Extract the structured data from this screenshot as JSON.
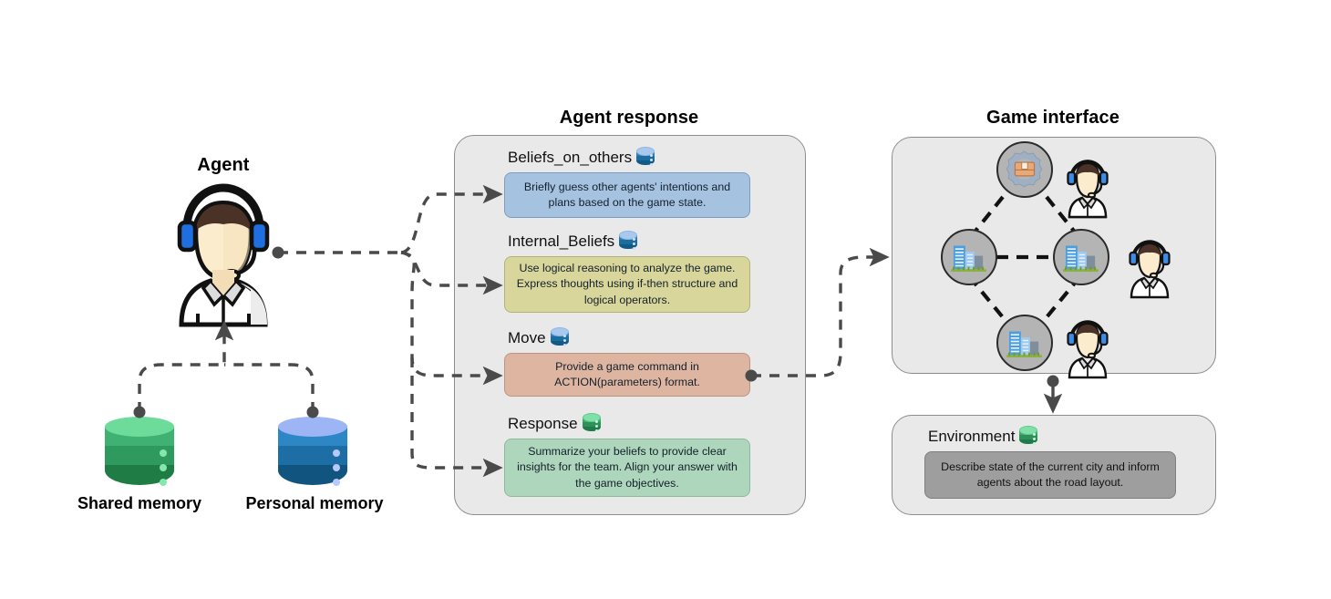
{
  "titles": {
    "agent": "Agent",
    "agent_response": "Agent response",
    "game_interface": "Game interface"
  },
  "memory": {
    "shared": {
      "label": "Shared memory",
      "icon": "database-cylinder-icon",
      "color": "#2f9a5d"
    },
    "personal": {
      "label": "Personal memory",
      "icon": "database-cylinder-icon",
      "color": "#1d6ea4"
    }
  },
  "agent": {
    "icon": "headset-agent-avatar-icon"
  },
  "agent_response": {
    "slots": [
      {
        "name": "Beliefs_on_others",
        "icon": "database-icon",
        "icon_color": "#2b7fb5",
        "box_color": "#a5c2e0",
        "text": "Briefly guess other agents' intentions and plans based on the game state."
      },
      {
        "name": "Internal_Beliefs",
        "icon": "database-icon",
        "icon_color": "#2b7fb5",
        "box_color": "#d9d69b",
        "text": "Use logical reasoning to analyze the game. Express thoughts using if-then structure and logical operators."
      },
      {
        "name": "Move",
        "icon": "database-icon",
        "icon_color": "#2b7fb5",
        "box_color": "#ddb5a1",
        "text": "Provide a game command in ACTION(parameters) format."
      },
      {
        "name": "Response",
        "icon": "database-icon",
        "icon_color": "#2d9159",
        "box_color": "#aed6bc",
        "text": "Summarize your beliefs to provide clear insights for the team. Align your answer with the game objectives."
      }
    ]
  },
  "game_interface": {
    "nodes": [
      {
        "id": "factory",
        "icon": "factory-gear-icon",
        "position": "top"
      },
      {
        "id": "city-west",
        "icon": "city-buildings-icon",
        "position": "left"
      },
      {
        "id": "city-east",
        "icon": "city-buildings-icon",
        "position": "right"
      },
      {
        "id": "city-south",
        "icon": "city-buildings-icon",
        "position": "bottom"
      }
    ],
    "players": [
      {
        "id": "player-top",
        "icon": "headset-agent-avatar-icon"
      },
      {
        "id": "player-right",
        "icon": "headset-agent-avatar-icon"
      },
      {
        "id": "player-bottom",
        "icon": "headset-agent-avatar-icon"
      }
    ],
    "edges": [
      "factory-city-west",
      "factory-city-east",
      "city-west-city-east",
      "city-west-city-south",
      "city-east-city-south"
    ]
  },
  "environment": {
    "name": "Environment",
    "icon": "database-icon",
    "icon_color": "#2d9159",
    "box_color": "#9e9e9e",
    "text": "Describe state of the current city and inform agents about the road layout."
  },
  "colors": {
    "panel_bg": "#e9e9e9",
    "panel_border": "#8d8d8d",
    "connector": "#4a4a4a"
  }
}
